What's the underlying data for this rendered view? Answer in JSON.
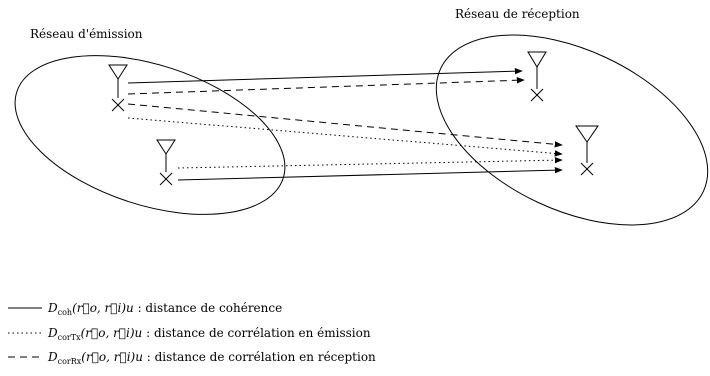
{
  "networks": {
    "emission_label": "Réseau d'émission",
    "reception_label": "Réseau de réception"
  },
  "antenna_icon": "antenna-icon",
  "links": [
    {
      "from": "tx1",
      "to": "rx1",
      "style": "solid"
    },
    {
      "from": "tx1",
      "to": "rx1",
      "style": "dashed"
    },
    {
      "from": "tx1",
      "to": "rx2",
      "style": "dashed"
    },
    {
      "from": "tx1",
      "to": "rx2",
      "style": "dotted"
    },
    {
      "from": "tx2",
      "to": "rx2",
      "style": "dotted"
    },
    {
      "from": "tx2",
      "to": "rx2",
      "style": "solid"
    }
  ],
  "legend": [
    {
      "style": "solid",
      "symbol": "D",
      "subscript": "coh",
      "args": "(r⃗o, r⃗i)u",
      "description": " : distance de cohérence"
    },
    {
      "style": "dotted",
      "symbol": "D",
      "subscript": "corTx",
      "args": "(r⃗o, r⃗i)u",
      "description": " : distance de corrélation en émission"
    },
    {
      "style": "dashed",
      "symbol": "D",
      "subscript": "corRx",
      "args": "(r⃗o, r⃗i)u",
      "description": " : distance de corrélation en réception"
    }
  ]
}
